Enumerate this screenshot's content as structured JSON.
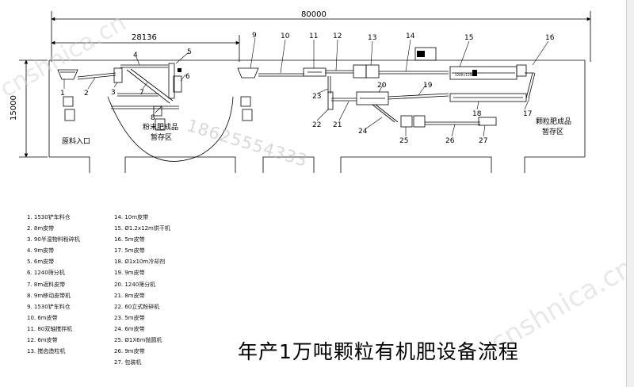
{
  "dimensions": {
    "total_width": "80000",
    "section_width": "28136",
    "height": "15000"
  },
  "callouts": [
    "1",
    "2",
    "3",
    "4",
    "5",
    "6",
    "7",
    "8",
    "9",
    "10",
    "11",
    "12",
    "13",
    "14",
    "15",
    "16",
    "17",
    "18",
    "19",
    "20",
    "21",
    "22",
    "23",
    "24",
    "25",
    "26",
    "27"
  ],
  "zones": {
    "raw_entrance": "原料入口",
    "powder_line1": "粉末肥成品",
    "powder_line2": "暂存区",
    "granule_line1": "颗粒肥成品",
    "granule_line2": "暂存区"
  },
  "dryer_label": "1200×12000",
  "watermark": {
    "phone": "18625554333",
    "site": "cnshnica.cn"
  },
  "legend_left": [
    "1. 1530铲车料仓",
    "2. 8m皮带",
    "3. 90半湿物料粉碎机",
    "4. 9m皮带",
    "5. 6m皮带",
    "6. 1240筛分机",
    "7. 8m返料皮带",
    "8. 9m移动皮带机",
    "9. 1530铲车料仓",
    "10. 6m皮带",
    "11. 80双轴搅拌机",
    "12. 6m皮带",
    "13. 搅齿造粒机"
  ],
  "legend_right": [
    "14. 10m皮带",
    "15. Ø1.2x12m烘干机",
    "16. 5m皮带",
    "17. 5m皮带",
    "18. Ø1x10m冷却剂",
    "19. 9m皮带",
    "20. 1240筛分机",
    "21. 8m皮带",
    "22. 60立式粉碎机",
    "23. 5m皮带",
    "24. 6m皮带",
    "25. Ø1X6m抛圆机",
    "26. 9m皮带",
    "27. 包装机"
  ],
  "title": "年产1万吨颗粒有机肥设备流程"
}
